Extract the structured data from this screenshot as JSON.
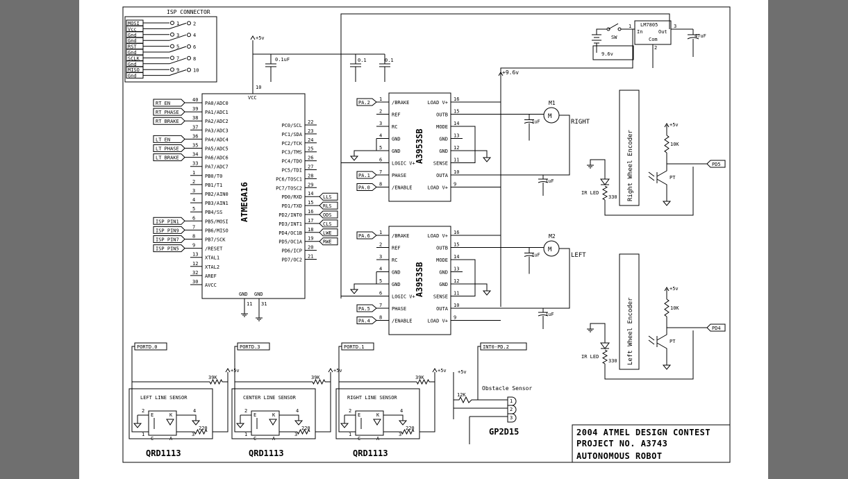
{
  "isp": {
    "title": "ISP CONNECTOR",
    "pins": [
      "MOSI",
      "Vcc",
      "Gnd",
      "Gnd",
      "RST",
      "Gnd",
      "SCLK",
      "Gnd",
      "MISO",
      "Gnd"
    ],
    "pin_numbers": [
      "1",
      "2",
      "3",
      "4",
      "5",
      "6",
      "7",
      "8",
      "9",
      "10"
    ]
  },
  "mcu": {
    "name": "ATMEGA16",
    "vcc": "VCC",
    "vcc_pin": "10",
    "gnd1": "GND",
    "gnd2": "GND",
    "gnd_pins": [
      "11",
      "31"
    ],
    "left_pins": [
      {
        "num": "40",
        "name": "PA0/ADC0",
        "net": "RT EN"
      },
      {
        "num": "39",
        "name": "PA1/ADC1",
        "net": "RT PHASE"
      },
      {
        "num": "38",
        "name": "PA2/ADC2",
        "net": "RT BRAKE"
      },
      {
        "num": "37",
        "name": "PA3/ADC3",
        "net": ""
      },
      {
        "num": "36",
        "name": "PA4/ADC4",
        "net": "LT EN"
      },
      {
        "num": "35",
        "name": "PA5/ADC5",
        "net": "LT PHASE"
      },
      {
        "num": "34",
        "name": "PA6/ADC6",
        "net": "LT BRAKE"
      },
      {
        "num": "33",
        "name": "PA7/ADC7",
        "net": ""
      },
      {
        "num": "1",
        "name": "PB0/T0",
        "net": ""
      },
      {
        "num": "2",
        "name": "PB1/T1",
        "net": ""
      },
      {
        "num": "3",
        "name": "PB2/AIN0",
        "net": ""
      },
      {
        "num": "4",
        "name": "PB3/AIN1",
        "net": ""
      },
      {
        "num": "5",
        "name": "PB4/SS",
        "net": ""
      },
      {
        "num": "6",
        "name": "PB5/MOSI",
        "net": "ISP PIN1"
      },
      {
        "num": "7",
        "name": "PB6/MISO",
        "net": "ISP PIN9"
      },
      {
        "num": "8",
        "name": "PB7/SCK",
        "net": "ISP PIN7"
      },
      {
        "num": "9",
        "name": "/RESET",
        "net": "ISP PIN5"
      },
      {
        "num": "13",
        "name": "XTAL1",
        "net": ""
      },
      {
        "num": "12",
        "name": "XTAL2",
        "net": ""
      },
      {
        "num": "32",
        "name": "AREF",
        "net": ""
      },
      {
        "num": "30",
        "name": "AVCC",
        "net": ""
      }
    ],
    "right_pins": [
      {
        "num": "22",
        "name": "PC0/SCL",
        "net": ""
      },
      {
        "num": "23",
        "name": "PC1/SDA",
        "net": ""
      },
      {
        "num": "24",
        "name": "PC2/TCK",
        "net": ""
      },
      {
        "num": "25",
        "name": "PC3/TMS",
        "net": ""
      },
      {
        "num": "26",
        "name": "PC4/TDO",
        "net": ""
      },
      {
        "num": "27",
        "name": "PC5/TDI",
        "net": ""
      },
      {
        "num": "28",
        "name": "PC6/TOSC1",
        "net": ""
      },
      {
        "num": "29",
        "name": "PC7/TOSC2",
        "net": ""
      },
      {
        "num": "14",
        "name": "PD0/RXD",
        "net": "LLS"
      },
      {
        "num": "15",
        "name": "PD1/TXD",
        "net": "RLS"
      },
      {
        "num": "16",
        "name": "PD2/INT0",
        "net": "ODS"
      },
      {
        "num": "17",
        "name": "PD3/INT1",
        "net": "CLS"
      },
      {
        "num": "18",
        "name": "PD4/OC1B",
        "net": "LWE"
      },
      {
        "num": "19",
        "name": "PD5/OC1A",
        "net": "RWE"
      },
      {
        "num": "20",
        "name": "PD6/ICP",
        "net": ""
      },
      {
        "num": "21",
        "name": "PD7/OC2",
        "net": ""
      }
    ]
  },
  "drivers": [
    {
      "name": "A3953SB",
      "motor": "M1",
      "dir": "RIGHT",
      "brake_net": "PA.2",
      "phase_net": "PA.1",
      "enable_net": "PA.0"
    },
    {
      "name": "A3953SB",
      "motor": "M2",
      "dir": "LEFT",
      "brake_net": "PA.6",
      "phase_net": "PA.5",
      "enable_net": "PA.4"
    }
  ],
  "driver_pins_left": [
    {
      "num": "1",
      "name": "/BRAKE"
    },
    {
      "num": "2",
      "name": "REF"
    },
    {
      "num": "3",
      "name": "RC"
    },
    {
      "num": "4",
      "name": "GND"
    },
    {
      "num": "5",
      "name": "GND"
    },
    {
      "num": "6",
      "name": "LOGIC V+"
    },
    {
      "num": "7",
      "name": "PHASE"
    },
    {
      "num": "8",
      "name": "/ENABLE"
    }
  ],
  "driver_pins_right": [
    {
      "num": "16",
      "name": "LOAD V+"
    },
    {
      "num": "15",
      "name": "OUTB"
    },
    {
      "num": "14",
      "name": "MODE"
    },
    {
      "num": "13",
      "name": "GND"
    },
    {
      "num": "12",
      "name": "GND"
    },
    {
      "num": "11",
      "name": "SENSE"
    },
    {
      "num": "10",
      "name": "OUTA"
    },
    {
      "num": "9",
      "name": "LOAD V+"
    }
  ],
  "power": {
    "vcc5": "+5v",
    "v96": "+9.6v",
    "regulator": "LM7805",
    "reg_in": "In",
    "reg_out": "Out",
    "reg_com": "Com",
    "reg_pins": [
      "1",
      "3",
      "2"
    ],
    "switch": "SW",
    "battery": "9.6v",
    "cap_out": "47uF",
    "cap_01uf": "0.1uF",
    "cap_01a": "0.1",
    "cap_01b": "0.1",
    "cap_1uf": "1uF"
  },
  "encoders": [
    {
      "title": "Right Wheel Encoder",
      "resistor": "10K",
      "led": "IR LED",
      "led_res": "330",
      "transistor": "PT",
      "net": "PD5"
    },
    {
      "title": "Left Wheel Encoder",
      "resistor": "10K",
      "led": "IR LED",
      "led_res": "330",
      "transistor": "PT",
      "net": "PD4"
    }
  ],
  "line_sensors": [
    {
      "title": "LEFT LINE SENSOR",
      "net": "PORTD.0",
      "pullup": "39K",
      "res": "220",
      "part": "QRD1113"
    },
    {
      "title": "CENTER LINE SENSOR",
      "net": "PORTD.3",
      "pullup": "39K",
      "res": "220",
      "part": "QRD1113"
    },
    {
      "title": "RIGHT LINE SENSOR",
      "net": "PORTD.1",
      "pullup": "39K",
      "res": "220",
      "part": "QRD1113"
    }
  ],
  "sensor_pins": {
    "e": "E",
    "k": "K",
    "c": "C",
    "a": "A",
    "p1": "1",
    "p2": "2",
    "p3": "3",
    "p4": "4"
  },
  "obstacle": {
    "title": "Obstacle Sensor",
    "net": "INT0-PD.2",
    "res": "12K",
    "part": "GP2D15",
    "pins": [
      "1",
      "2",
      "3"
    ]
  },
  "title_block": {
    "line1": "2004 ATMEL DESIGN CONTEST",
    "line2": "PROJECT NO. A3743",
    "line3": "AUTONOMOUS ROBOT"
  }
}
